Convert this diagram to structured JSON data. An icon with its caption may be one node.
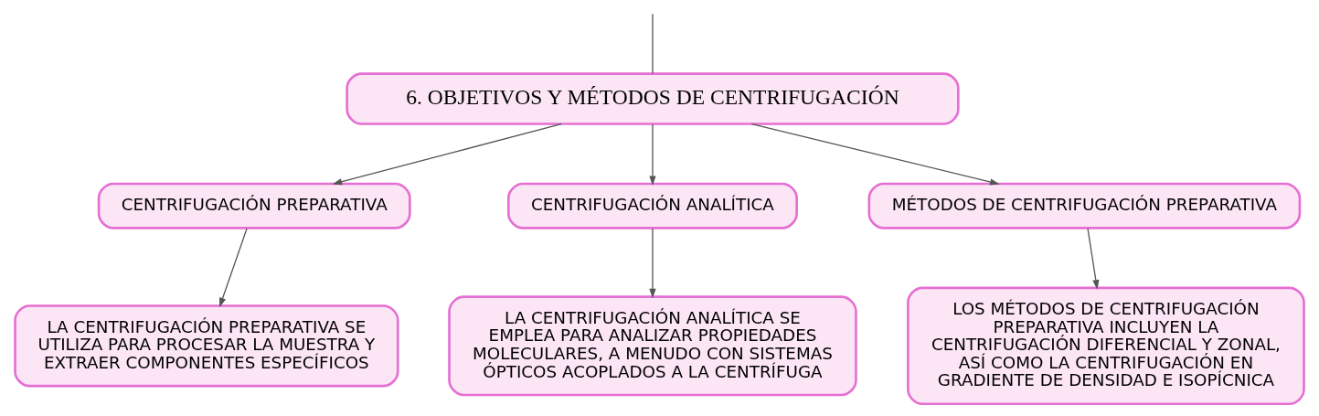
{
  "diagram": {
    "nodes": [
      {
        "text": [
          "6. OBJETIVOS Y MÉTODOS DE CENTRIFUGACIÓN"
        ]
      },
      {
        "text": [
          "CENTRIFUGACIÓN PREPARATIVA"
        ]
      },
      {
        "text": [
          "CENTRIFUGACIÓN ANALÍTICA"
        ]
      },
      {
        "text": [
          "MÉTODOS DE CENTRIFUGACIÓN PREPARATIVA"
        ]
      },
      {
        "text": [
          "LA CENTRIFUGACIÓN PREPARATIVA SE UTILIZA PARA PROCESAR LA MUESTRA Y EXTRAER COMPONENTES ESPECÍFICOS"
        ]
      },
      {
        "text": [
          "LA CENTRIFUGACIÓN ANALÍTICA SE EMPLEA PARA ANALIZAR PROPIEDADES MOLECULARES, A MENUDO CON SISTEMAS ÓPTICOS ACOPLADOS A LA CENTRÍFUGA"
        ]
      },
      {
        "text": [
          "LOS MÉTODOS DE CENTRIFUGACIÓN PREPARATIVA INCLUYEN LA CENTRIFUGACIÓN DIFERENCIAL Y ZONAL, ASÍ COMO LA CENTRIFUGACIÓN EN GRADIENTE DE DENSIDAD E ISOPÍCNICA"
        ]
      }
    ],
    "edges": [
      {
        "from": null,
        "to": 0,
        "arrow": "none"
      },
      {
        "from": 0,
        "to": 1,
        "arrow": "to"
      },
      {
        "from": 0,
        "to": 2,
        "arrow": "to"
      },
      {
        "from": 0,
        "to": 3,
        "arrow": "to"
      },
      {
        "from": 1,
        "to": 4,
        "arrow": "to"
      },
      {
        "from": 2,
        "to": 5,
        "arrow": "to"
      },
      {
        "from": 3,
        "to": 6,
        "arrow": "to"
      }
    ]
  }
}
